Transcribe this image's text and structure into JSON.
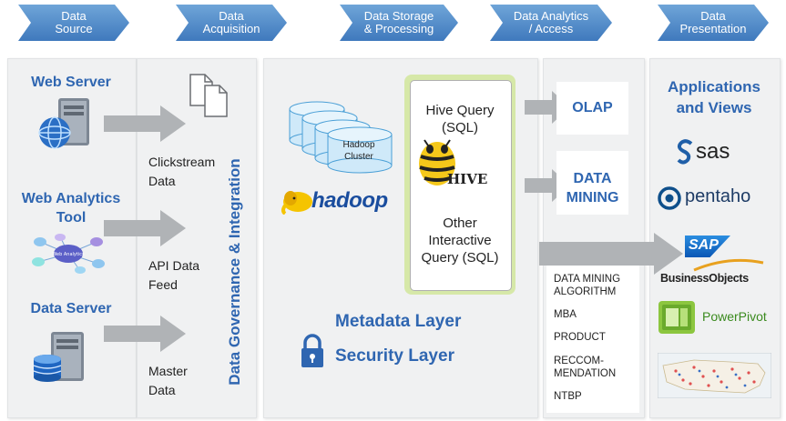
{
  "header": {
    "stages": [
      "Data\nSource",
      "Data\nAcquisition",
      "Data Storage\n& Processing",
      "Data Analytics\n/ Access",
      "Data\nPresentation"
    ]
  },
  "source": {
    "web_server": "Web Server",
    "web_analytics": "Web Analytics\nTool",
    "data_server": "Data Server",
    "diagram_nodes": [
      "Web Analytics"
    ]
  },
  "acquisition": {
    "clickstream": "Clickstream\nData",
    "api": "API Data\nFeed",
    "master": "Master\nData",
    "governance": "Data Governance & Integration"
  },
  "storage": {
    "hadoop_cluster": "Hadoop\nCluster",
    "hadoop_logo": "hadoop",
    "hive_query": "Hive Query\n(SQL)",
    "hive_logo": "HIVE",
    "other_query": "Other\nInteractive\nQuery (SQL)",
    "metadata": "Metadata Layer",
    "security": "Security Layer"
  },
  "analytics": {
    "olap": "OLAP",
    "data_mining": "DATA\nMINING",
    "list": [
      "DATA MINING\nALGORITHM",
      "MBA",
      "PRODUCT",
      "RECCOM-\nMENDATION",
      "NTBP"
    ]
  },
  "presentation": {
    "title": "Applications\nand Views",
    "sas": "sas",
    "pentaho": "pentaho",
    "sap": "SAP",
    "business_objects": "BusinessObjects",
    "powerpivot": "PowerPivot"
  },
  "colors": {
    "blue": "#2f66b1",
    "chevron": "#4a84c4",
    "arrow": "#b0b3b6",
    "hive_border": "#b7d878"
  }
}
